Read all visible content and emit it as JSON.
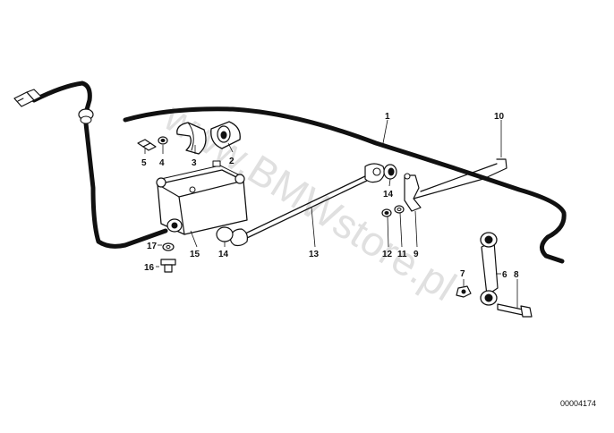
{
  "watermark": "www.BMWstore.pl",
  "doc_number": "00004174",
  "callouts": {
    "p1": "1",
    "p2": "2",
    "p3": "3",
    "p4": "4",
    "p5": "5",
    "p6": "6",
    "p7": "7",
    "p8": "8",
    "p9": "9",
    "p10": "10",
    "p11": "11",
    "p12": "12",
    "p13": "13",
    "p14a": "14",
    "p14b": "14",
    "p15": "15",
    "p16": "16",
    "p17": "17"
  },
  "colors": {
    "line": "#111111",
    "watermark": "#c8c8c8",
    "background": "#ffffff"
  }
}
